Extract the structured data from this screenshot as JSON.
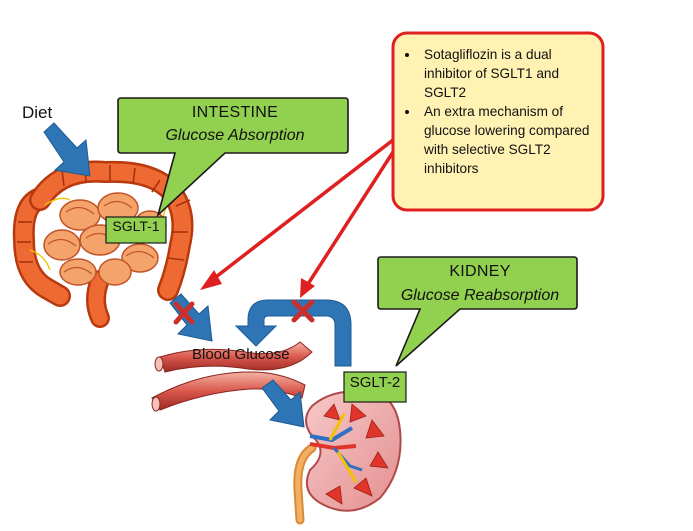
{
  "labels": {
    "diet": "Diet",
    "intestine_title": "INTESTINE",
    "intestine_subtitle": "Glucose Absorption",
    "kidney_title": "KIDNEY",
    "kidney_subtitle": "Glucose Reabsorption",
    "sglt1": "SGLT-1",
    "sglt2": "SGLT-2",
    "blood_glucose": "Blood Glucose"
  },
  "note": {
    "bullets": [
      "Sotagliflozin is a dual inhibitor of SGLT1 and SGLT2",
      "An extra mechanism of glucose lowering compared with selective SGLT2 inhibitors"
    ]
  },
  "colors": {
    "callout_green": "#92d050",
    "note_fill": "#fff2b3",
    "note_border": "#e02020",
    "arrow_blue": "#2e75b6",
    "inhibition_red": "#e02020",
    "intestine_orange": "#e8501e",
    "vessel_red": "#c0504d"
  }
}
